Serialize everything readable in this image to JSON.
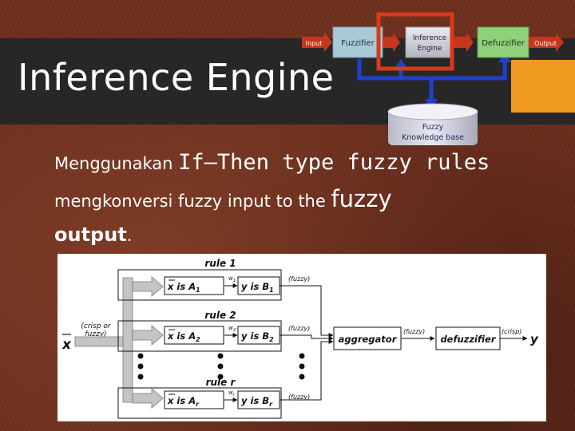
{
  "slide": {
    "title": "Inference Engine",
    "line1_a": "Menggunakan ",
    "line1_b": "If–Then",
    "line1_c": " type fuzzy rules",
    "line2_a": "mengkonversi fuzzy input to the ",
    "line2_b": "fuzzy",
    "line3_a": "output",
    "line3_b": "."
  },
  "system_diagram": {
    "input": "Input",
    "fuzzifier": "Fuzzifier",
    "inference_l1": "Inference",
    "inference_l2": "Engine",
    "defuzzifier": "Defuzzifier",
    "output": "Output",
    "kb_l1": "Fuzzy",
    "kb_l2": "Knowledge base"
  },
  "rule_diagram": {
    "rule1": "rule 1",
    "rule2": "rule 2",
    "ruler": "rule r",
    "crisp_in_l1": "(crisp or",
    "crisp_in_l2": "fuzzy)",
    "x_in": "x",
    "a1": "x is A",
    "a1_sub": "1",
    "b1": "y is B",
    "b1_sub": "1",
    "w1": "w",
    "w1_sub": "1",
    "a2": "x is A",
    "a2_sub": "2",
    "b2": "y is B",
    "b2_sub": "2",
    "w2": "w",
    "w2_sub": "2",
    "ar": "x is A",
    "ar_sub": "r",
    "br": "y is B",
    "br_sub": "r",
    "wr": "w",
    "wr_sub": "r",
    "fuzzy1": "(fuzzy)",
    "fuzzy2": "(fuzzy)",
    "fuzzyr": "(fuzzy)",
    "aggregator": "aggregator",
    "fuzzy_mid": "(fuzzy)",
    "defuzzifier": "defuzzifier",
    "crisp_out": "(crisp)",
    "y_out": "y"
  },
  "colors": {
    "title_band": "#272727",
    "accent_orange": "#ef9b22",
    "highlight_red": "#d9391c",
    "flow_blue": "#1f3fd0",
    "fuzzifier_box": "#a8c9d6",
    "defuzzifier_box": "#8fd07a",
    "arrow_red": "#c8351d"
  }
}
